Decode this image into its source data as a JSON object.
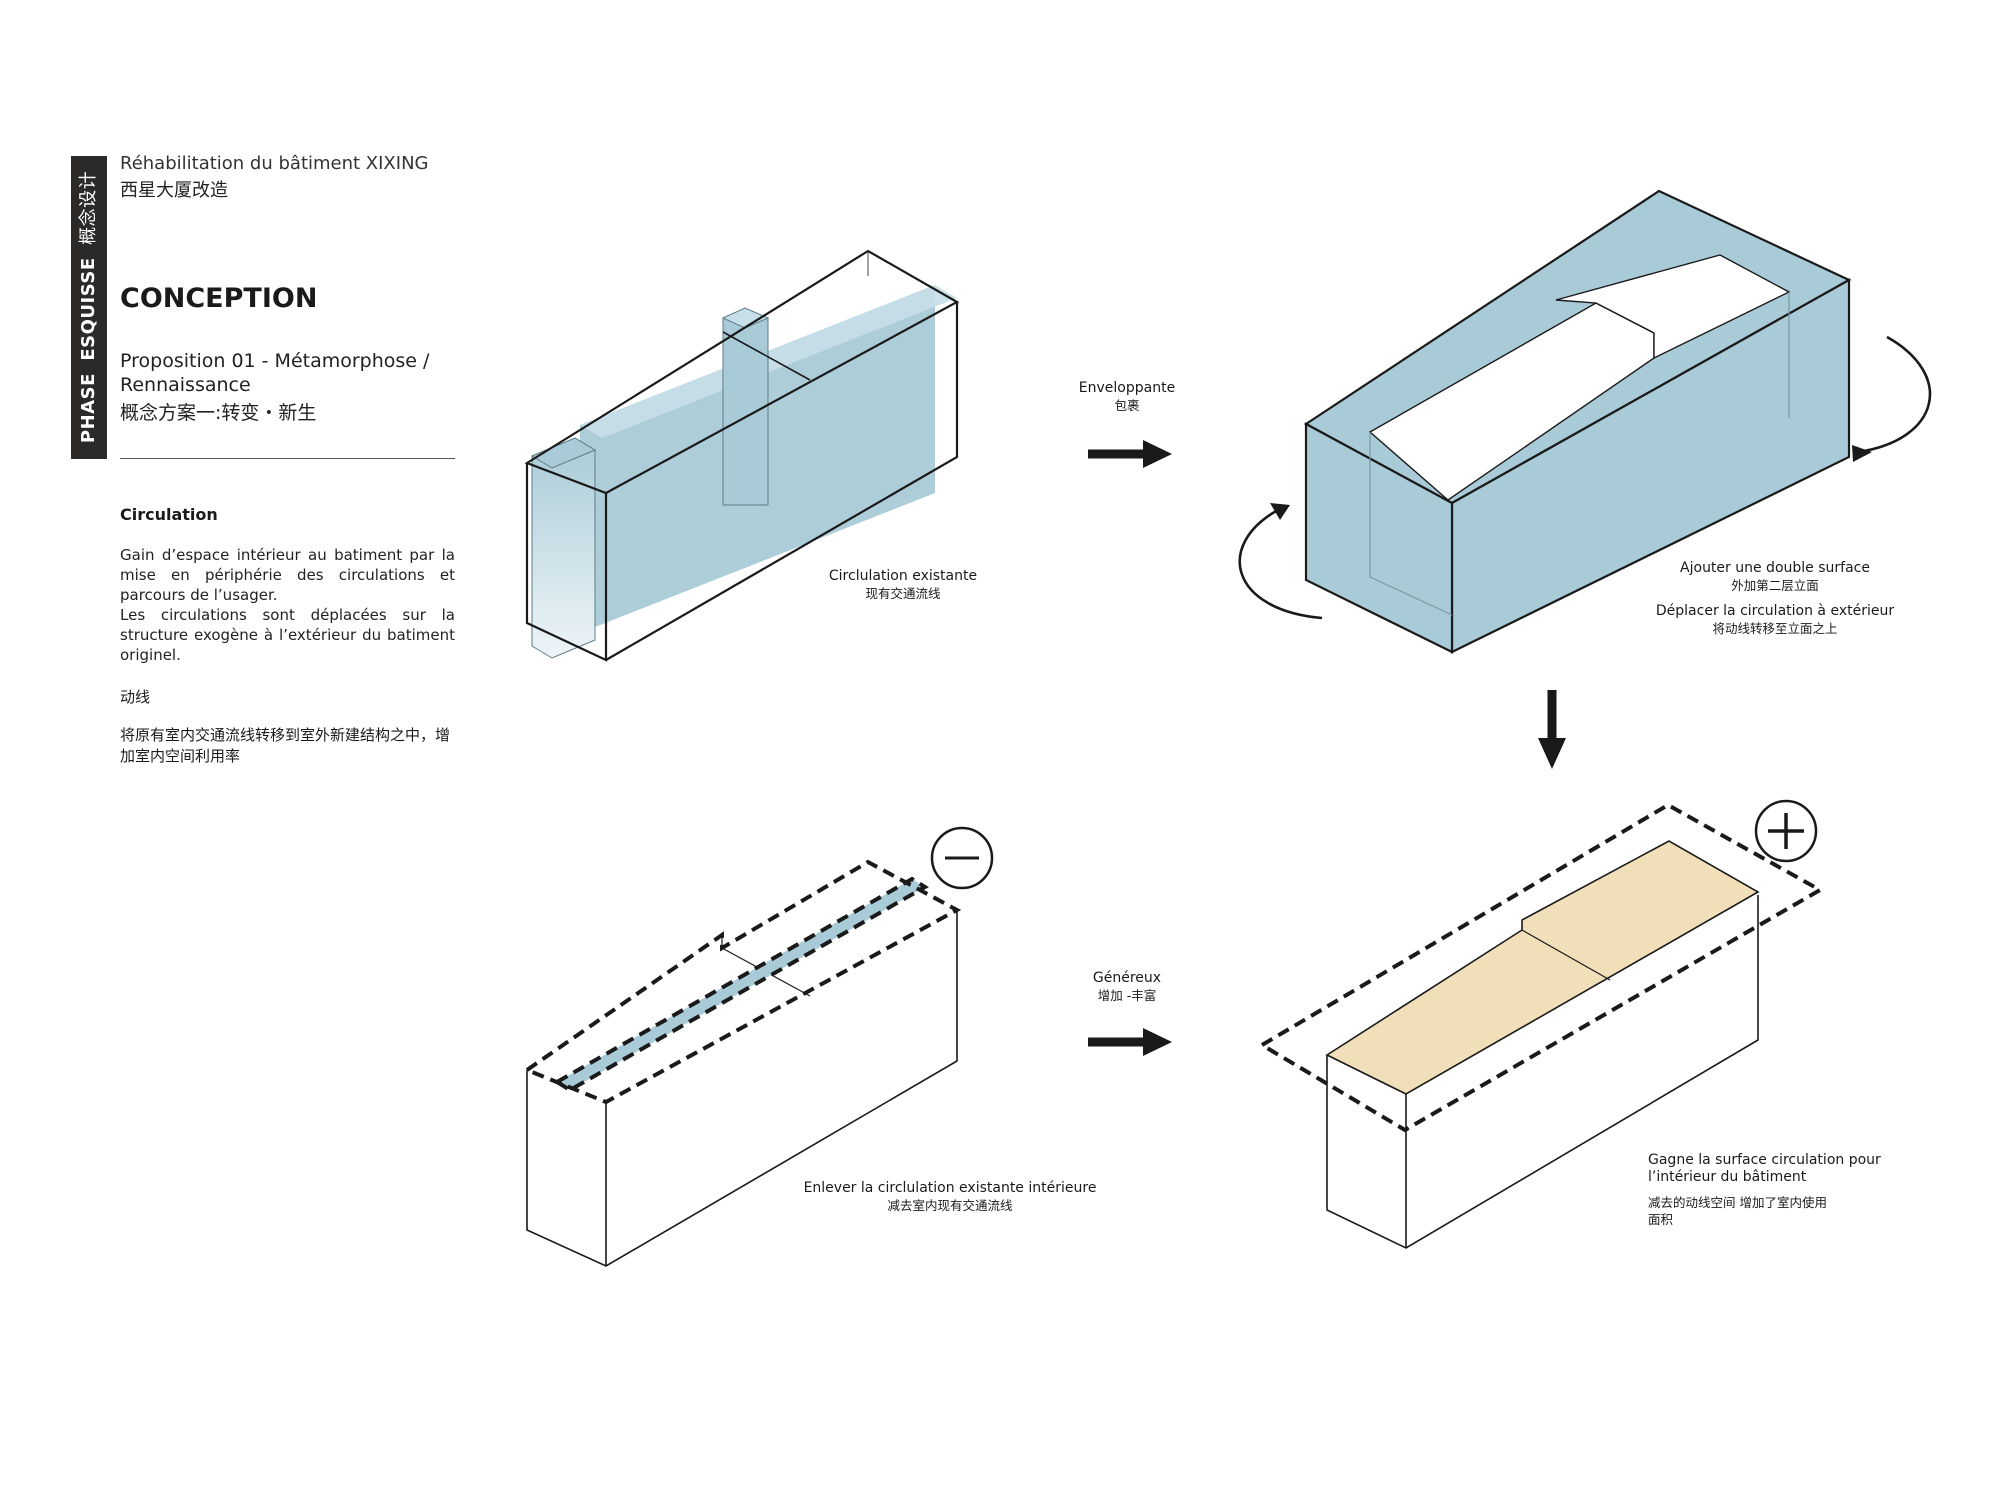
{
  "sidebar": {
    "tab_phase": "PHASE",
    "tab_esquisse": "ESQUISSE",
    "tab_cn": "概念设计",
    "project_fr": "Réhabilitation du bâtiment XIXING",
    "project_cn": "西星大厦改造",
    "heading": "CONCEPTION",
    "proposition_line1": "Proposition 01 - Métamorphose /",
    "proposition_line2": "Rennaissance",
    "proposition_cn": "概念方案一:转变・新生",
    "section_title": "Circulation",
    "body_fr_1": "Gain d’espace intérieur au batiment par la mise en périphérie des circulations et parcours de l’usager.",
    "body_fr_2": "Les circulations sont déplacées sur la structure exogène à l’extérieur du batiment originel.",
    "section_title_cn": "动线",
    "body_cn": "将原有室内交通流线转移到室外新建结构之中，增加室内空间利用率"
  },
  "labels": {
    "arrow1_fr": "Enveloppante",
    "arrow1_cn": "包裹",
    "diag1_fr": "Circlulation existante",
    "diag1_cn": "现有交通流线",
    "diag2_fr_1": "Ajouter une double surface",
    "diag2_cn_1": "外加第二层立面",
    "diag2_fr_2": "Déplacer la circulation à extérieur",
    "diag2_cn_2": "将动线转移至立面之上",
    "arrow3_fr": "Généreux",
    "arrow3_cn": "增加 -丰富",
    "diag3_fr": "Enlever la circlulation existante intérieure",
    "diag3_cn": "减去室内现有交通流线",
    "diag4_fr_1": "Gagne la surface circulation pour",
    "diag4_fr_2": "l’intérieur du bâtiment",
    "diag4_cn_1": "减去的动线空间 增加了室内使用",
    "diag4_cn_2": "面积"
  },
  "icons": {
    "minus": "minus-circle-icon",
    "plus": "plus-circle-icon",
    "rotate": "rotate-arrows-icon",
    "arrow": "arrow-right-icon"
  },
  "colors": {
    "blue": "#a9cbd7",
    "blue_light": "#c6dfe8",
    "beige": "#f0dfb8",
    "dark": "#2b2a29"
  }
}
